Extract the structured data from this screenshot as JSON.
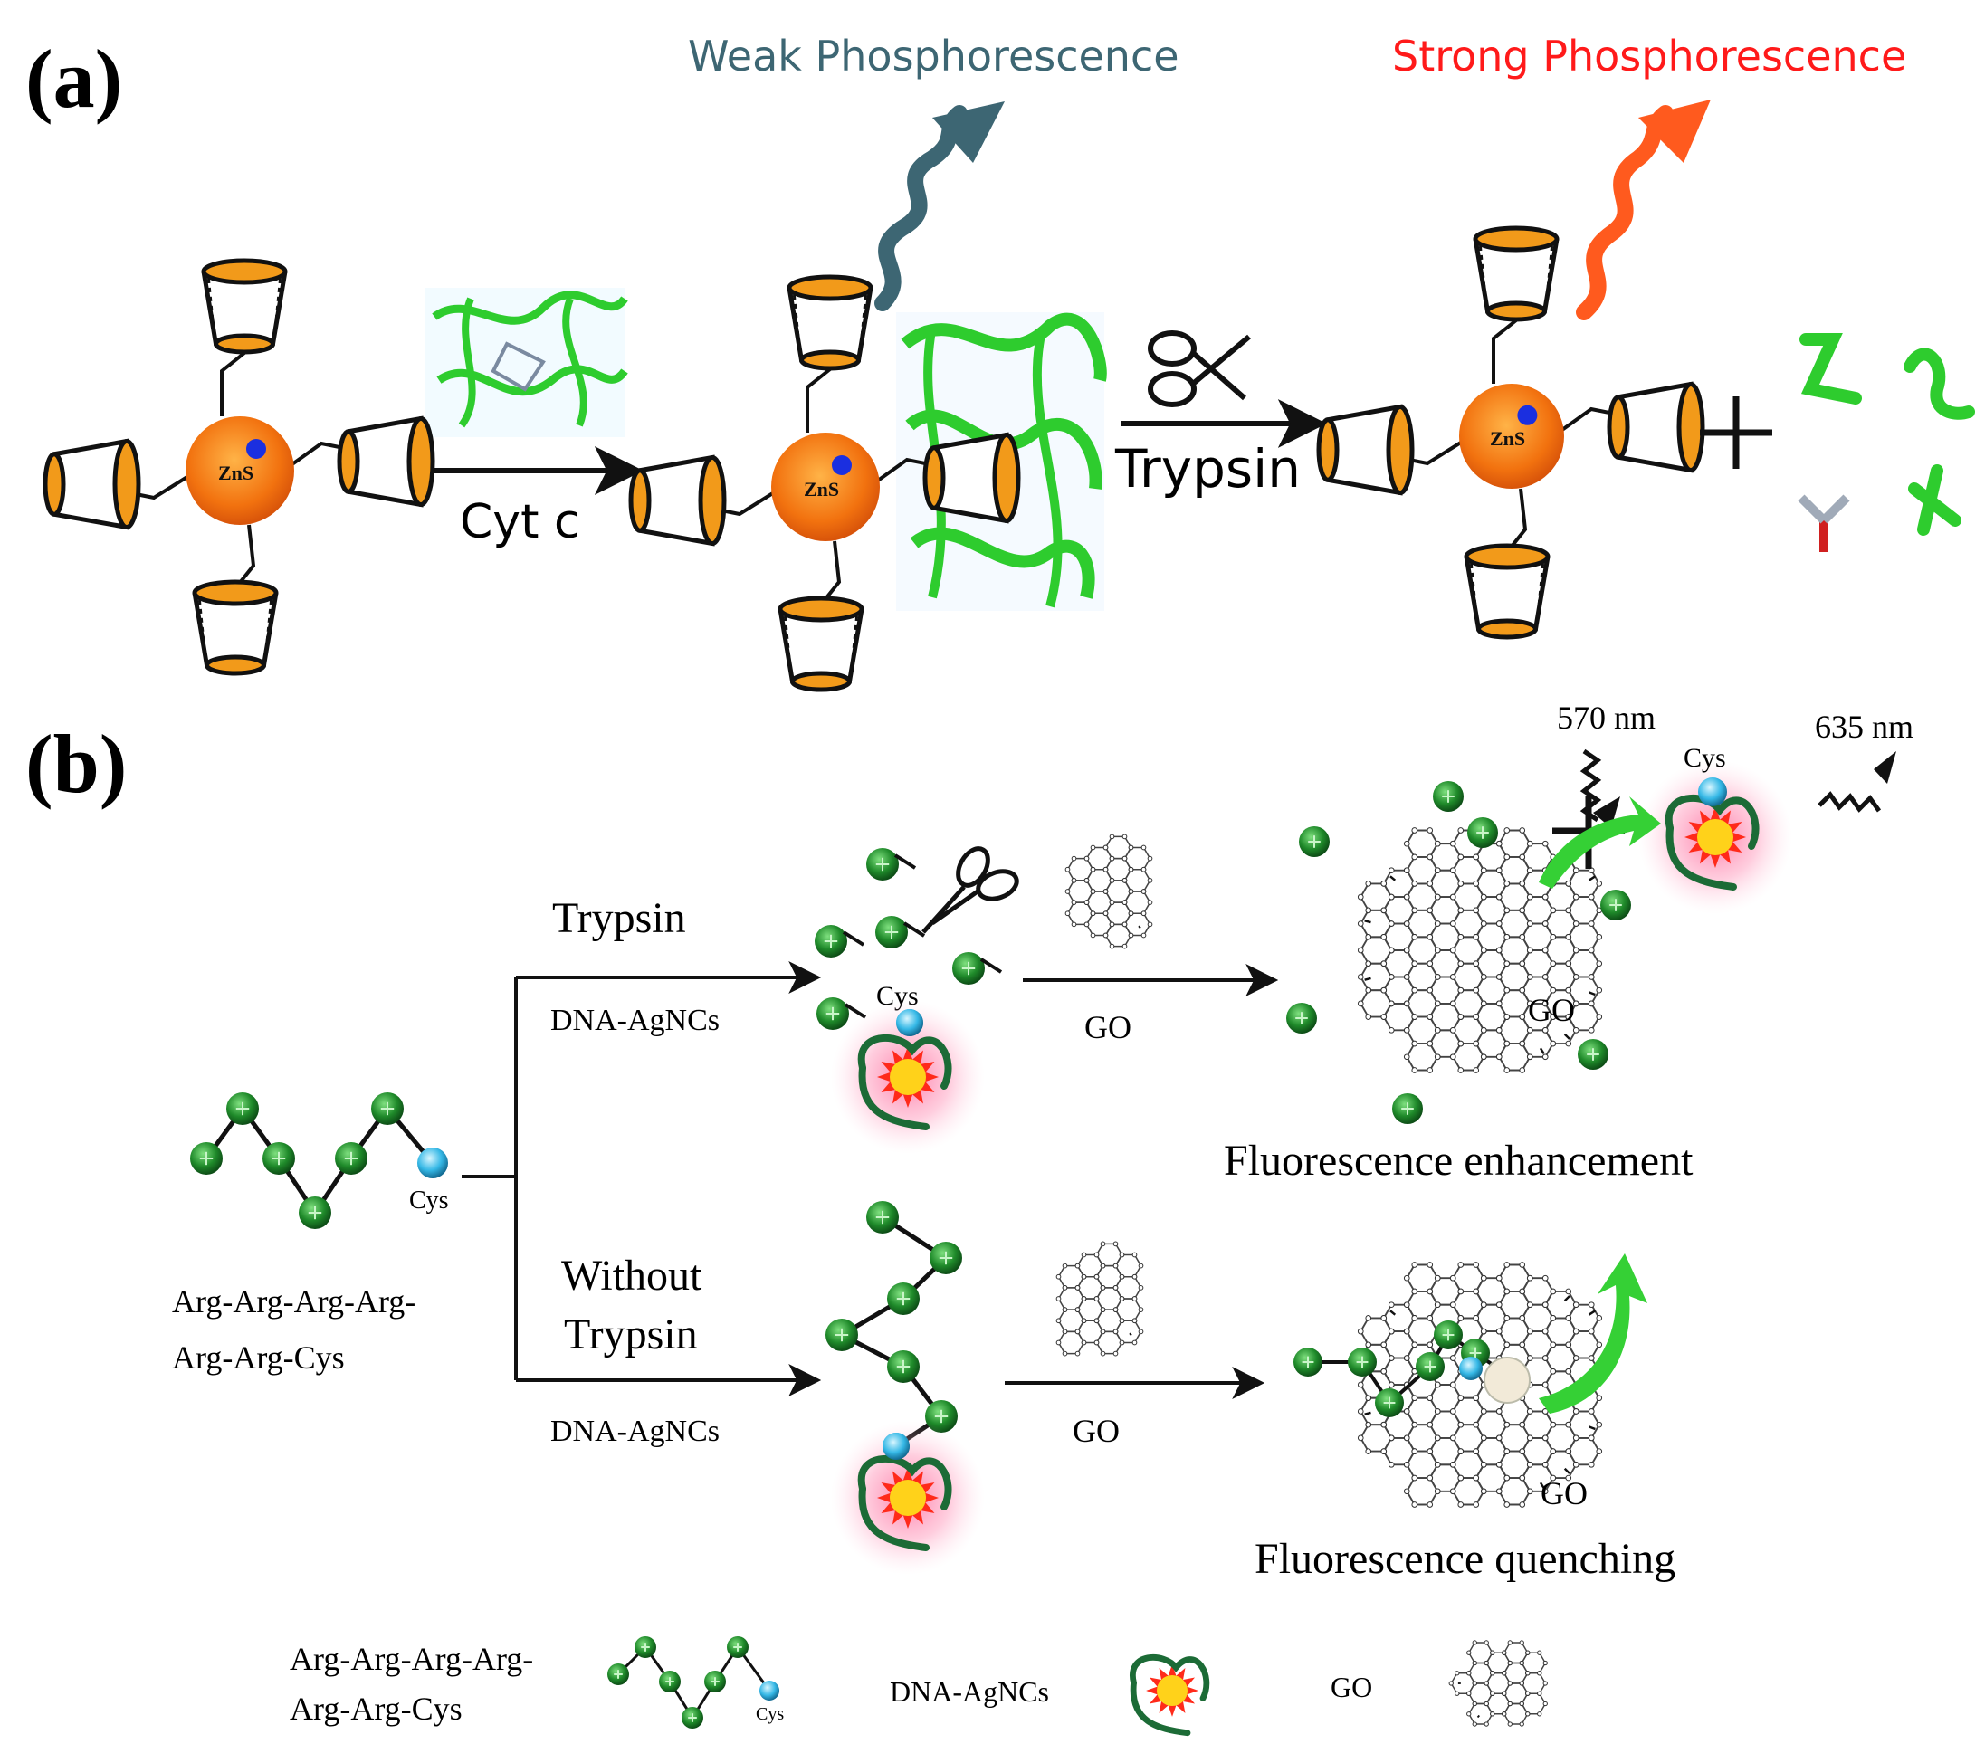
{
  "panel_a": {
    "label": "(a)",
    "weak_label": "Weak Phosphorescence",
    "strong_label": "Strong Phosphorescence",
    "cytc_label": "Cyt c",
    "trypsin_label": "Trypsin",
    "qd_label": "ZnS"
  },
  "panel_b": {
    "label": "(b)",
    "wl_570": "570 nm",
    "wl_635": "635 nm",
    "cys_label": "Cys",
    "trypsin_label": "Trypsin",
    "without_line1": "Without",
    "without_line2": "Trypsin",
    "dna_label": "DNA-AgNCs",
    "go_label": "GO",
    "peptide_line1": "Arg-Arg-Arg-Arg-",
    "peptide_line2": "Arg-Arg-Cys",
    "enhance_label": "Fluorescence enhancement",
    "quench_label": "Fluorescence quenching"
  },
  "legend": {
    "peptide_line1": "Arg-Arg-Arg-Arg-",
    "peptide_line2": "Arg-Arg-Cys",
    "cys_label": "Cys",
    "dna_label": "DNA-AgNCs",
    "go_label": "GO"
  },
  "colors": {
    "weak": "#3d6673",
    "strong": "#ff1a1a",
    "strong_wave": "#ff5a1e",
    "qd": "#f2720f",
    "protein": "#2ecc2e",
    "bead": "#1f8a2a",
    "cys": "#35b8e6"
  }
}
